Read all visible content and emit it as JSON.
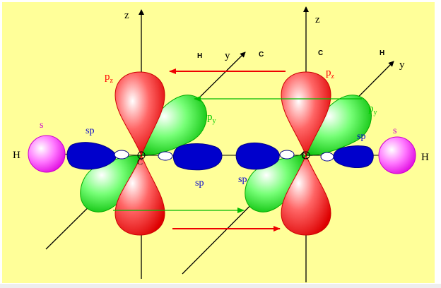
{
  "colors": {
    "background": "#ffff99",
    "pz": "#ff0000",
    "py": "#00dd00",
    "sp": "#0000cc",
    "s": "#ff00ff",
    "arrow_red": "#ee0000",
    "arrow_green": "#00bb00",
    "axis": "#000000"
  },
  "left_atom": {
    "z_axis": "z",
    "y_axis": "y",
    "pz": "p",
    "pz_sub": "z",
    "py": "p",
    "py_sub": "y",
    "sp_outer": "sp",
    "sp_inner": "sp",
    "center": "C",
    "s": "s",
    "h": "H",
    "top_h": "H",
    "top_c": "C"
  },
  "right_atom": {
    "z_axis": "z",
    "y_axis": "y",
    "pz": "p",
    "pz_sub": "z",
    "py": "p",
    "py_sub": "y",
    "sp_inner": "sp",
    "sp_outer": "sp",
    "center": "C",
    "s": "s",
    "h": "H",
    "top_c": "C",
    "top_h": "H"
  }
}
